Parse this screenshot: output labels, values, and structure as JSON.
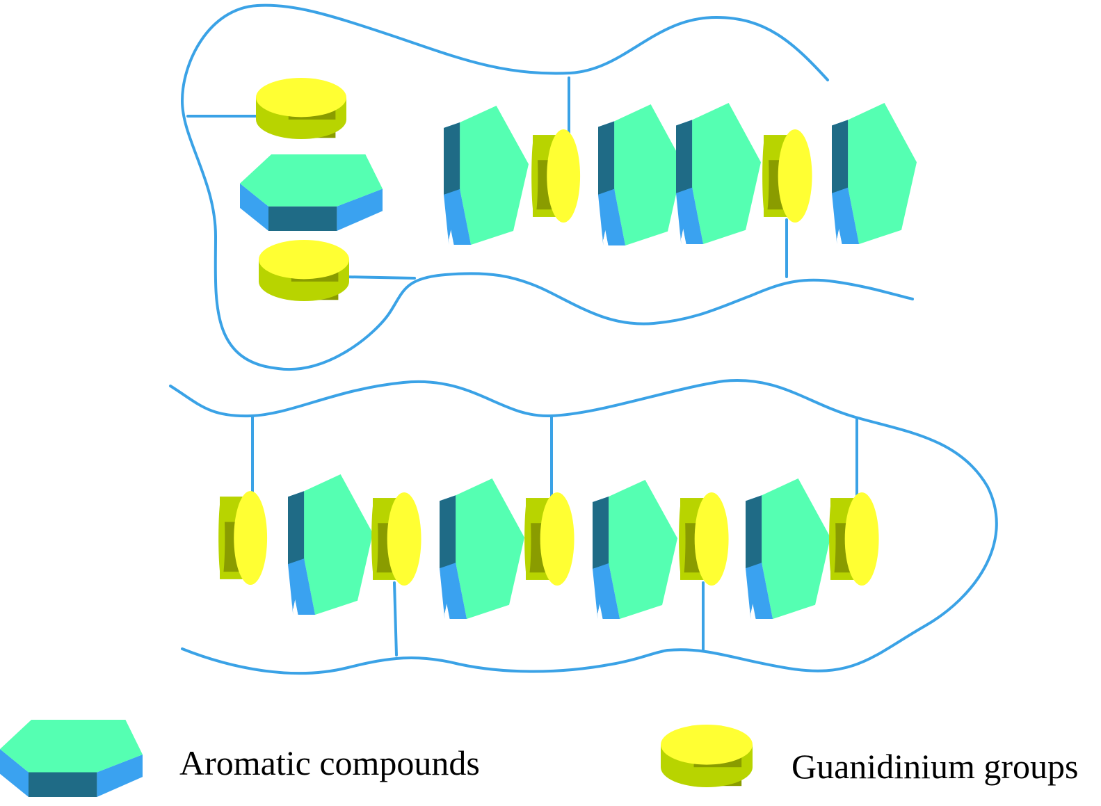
{
  "legend": {
    "aromatic_label": "Aromatic compounds",
    "guanidinium_label": "Guanidinium groups"
  },
  "colors": {
    "backbone": "#3aa2e6",
    "hexagon_top": "#55ffb2",
    "hexagon_dark_side": "#1f6b86",
    "hexagon_light_side": "#3aa2f0",
    "disk_face": "#ffff33",
    "disk_side_light": "#b8d400",
    "disk_side_dark": "#8a9c00"
  },
  "icons": {
    "aromatic": "hexagonal-prism",
    "guanidinium": "cylinder-disk"
  }
}
